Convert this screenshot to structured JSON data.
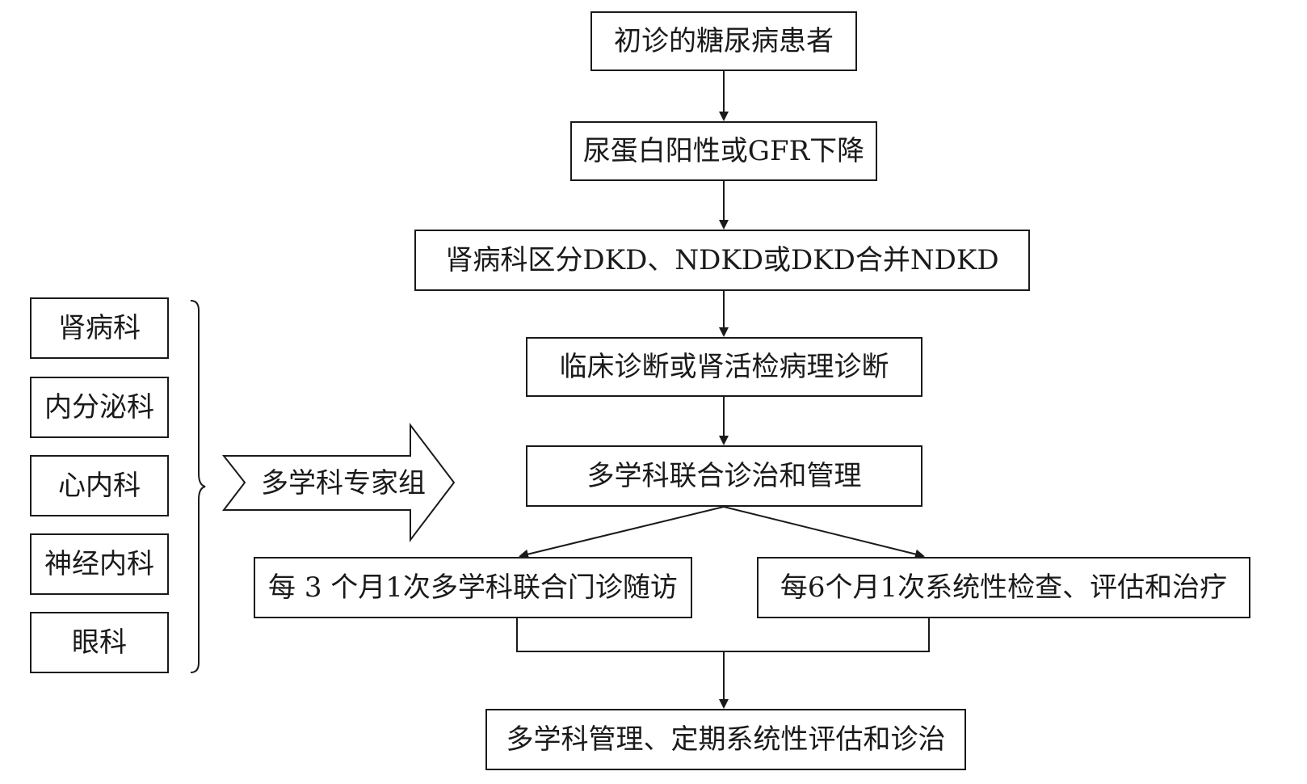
{
  "flow": {
    "step1": "初诊的糖尿病患者",
    "step2": "尿蛋白阳性或GFR下降",
    "step3": "肾病科区分DKD、NDKD或DKD合并NDKD",
    "step4": "临床诊断或肾活检病理诊断",
    "step5": "多学科联合诊治和管理",
    "step6a": "每 3 个月1次多学科联合门诊随访",
    "step6b": "每6个月1次系统性检查、评估和治疗",
    "step7": "多学科管理、定期系统性评估和诊治"
  },
  "departments": [
    "肾病科",
    "内分泌科",
    "心内科",
    "神经内科",
    "眼科"
  ],
  "team_label": "多学科专家组",
  "colors": {
    "line": "#1a1a1a",
    "background": "#ffffff"
  }
}
